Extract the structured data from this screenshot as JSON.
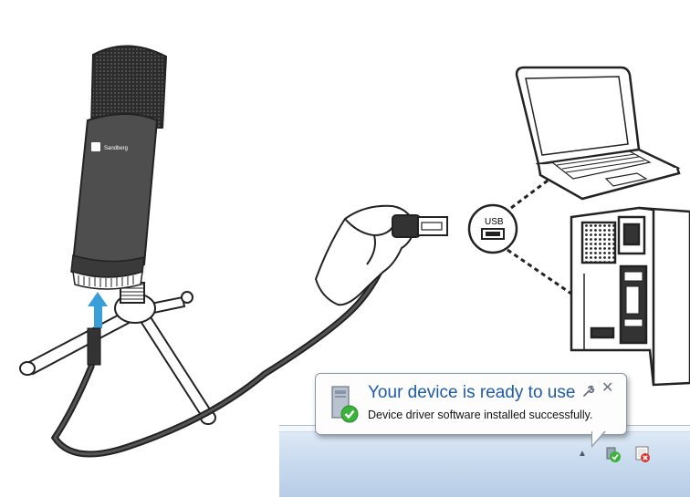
{
  "notification": {
    "title": "Your device is ready to use",
    "message": "Device driver software installed successfully.",
    "wrench_icon": "wrench-icon",
    "close_icon": "close-icon",
    "device_icon": "device-installed-icon"
  },
  "taskbar": {
    "tray_arrow_icon": "show-hidden-icons-arrow",
    "tray_device_icon": "device-installed-icon",
    "tray_flag_icon": "action-center-flag-icon"
  },
  "illustration": {
    "usb_label": "USB",
    "brand_label": "Sandberg",
    "arrow_color": "#3a9fd8",
    "checkmark_color": "#3bb33b"
  }
}
